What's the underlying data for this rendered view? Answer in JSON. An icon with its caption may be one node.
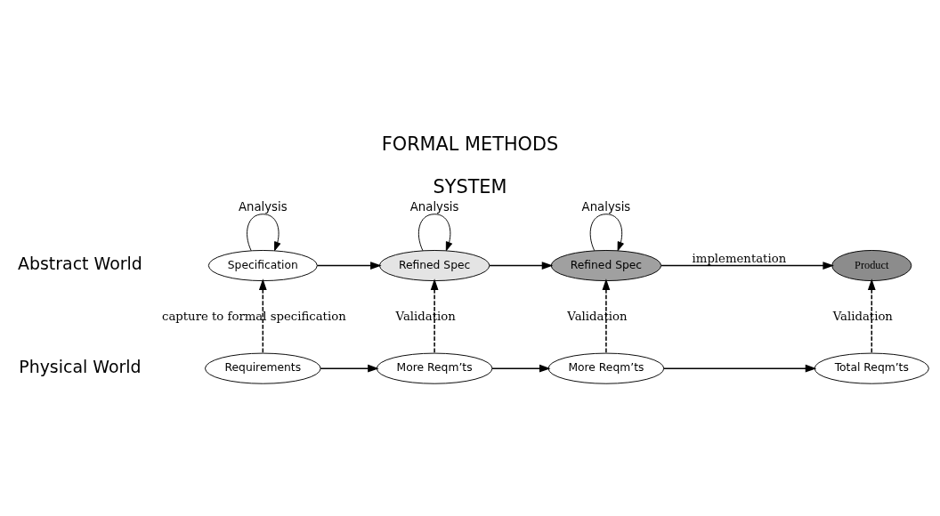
{
  "diagram": {
    "title": "FORMAL METHODS",
    "caption": "SYSTEM",
    "nodes": [
      {
        "text": [
          "Specification"
        ]
      },
      {
        "text": [
          "Refined Spec"
        ]
      },
      {
        "text": [
          "Refined Spec"
        ]
      },
      {
        "text": [
          "Requirements"
        ]
      },
      {
        "text": [
          "More Reqm’ts"
        ]
      },
      {
        "text": [
          "More Reqm’ts"
        ]
      },
      {
        "text": [
          "Product"
        ]
      },
      {
        "text": [
          "Total Reqm’ts"
        ]
      }
    ],
    "edges": [
      {
        "from": 0,
        "to": 0,
        "arrow": "to",
        "label": "Analysis"
      },
      {
        "from": 1,
        "to": 1,
        "arrow": "to",
        "label": "Analysis"
      },
      {
        "from": 2,
        "to": 2,
        "arrow": "to",
        "label": "Analysis"
      },
      {
        "from": 0,
        "to": 1,
        "arrow": "to"
      },
      {
        "from": 1,
        "to": 2,
        "arrow": "to"
      },
      {
        "from": 3,
        "to": 0,
        "arrow": "to",
        "style": "dashed",
        "label": "capture to formal specification"
      },
      {
        "from": 3,
        "to": 4,
        "arrow": "to"
      },
      {
        "from": 4,
        "to": 5,
        "arrow": "to"
      },
      {
        "from": 4,
        "to": 1,
        "arrow": "to",
        "style": "dashed",
        "label": "Validation"
      },
      {
        "from": 5,
        "to": 2,
        "arrow": "to",
        "style": "dashed",
        "label": "Validation"
      },
      {
        "from": 2,
        "to": 6,
        "arrow": "to",
        "label": "implementation"
      },
      {
        "from": 5,
        "to": 7,
        "arrow": "to"
      },
      {
        "from": 7,
        "to": 6,
        "arrow": "to",
        "style": "dashed",
        "label": "Validation"
      }
    ],
    "labels": [
      "Abstract World",
      "Physical World"
    ]
  }
}
